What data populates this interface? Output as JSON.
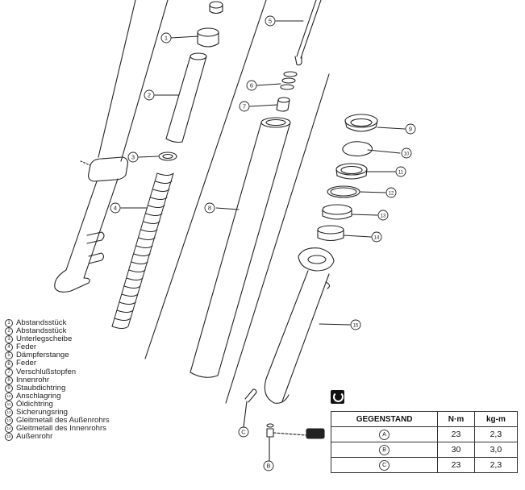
{
  "callouts": [
    {
      "num": "1"
    },
    {
      "num": "2"
    },
    {
      "num": "3"
    },
    {
      "num": "4"
    },
    {
      "num": "5"
    },
    {
      "num": "6"
    },
    {
      "num": "7"
    },
    {
      "num": "8"
    },
    {
      "num": "9"
    },
    {
      "num": "10"
    },
    {
      "num": "11"
    },
    {
      "num": "12"
    },
    {
      "num": "13"
    },
    {
      "num": "14"
    },
    {
      "num": "15"
    }
  ],
  "letter_callouts": [
    {
      "letter": "C"
    },
    {
      "letter": "B"
    }
  ],
  "legend": [
    {
      "num": "1",
      "label": "Abstandsstück"
    },
    {
      "num": "2",
      "label": "Abstandsstück"
    },
    {
      "num": "3",
      "label": "Unterlegscheibe"
    },
    {
      "num": "4",
      "label": "Feder"
    },
    {
      "num": "5",
      "label": "Dämpferstange"
    },
    {
      "num": "6",
      "label": "Feder"
    },
    {
      "num": "7",
      "label": "Verschlußstopfen"
    },
    {
      "num": "8",
      "label": "Innenrohr"
    },
    {
      "num": "9",
      "label": "Staubdichtring"
    },
    {
      "num": "10",
      "label": "Anschlagring"
    },
    {
      "num": "11",
      "label": "Öldichtring"
    },
    {
      "num": "12",
      "label": "Sicherungsring"
    },
    {
      "num": "13",
      "label": "Gleitmetall des Außenrohrs"
    },
    {
      "num": "14",
      "label": "Gleitmetall des Innenrohrs"
    },
    {
      "num": "15",
      "label": "Außenrohr"
    }
  ],
  "torque_table": {
    "headers": [
      "GEGENSTAND",
      "N·m",
      "kg-m"
    ],
    "rows": [
      {
        "item": "A",
        "nm": "23",
        "kgm": "2,3"
      },
      {
        "item": "B",
        "nm": "30",
        "kgm": "3,0"
      },
      {
        "item": "C",
        "nm": "23",
        "kgm": "2,3"
      }
    ]
  },
  "colors": {
    "ink": "#222222",
    "paper": "#ffffff",
    "icon": "#111111"
  }
}
